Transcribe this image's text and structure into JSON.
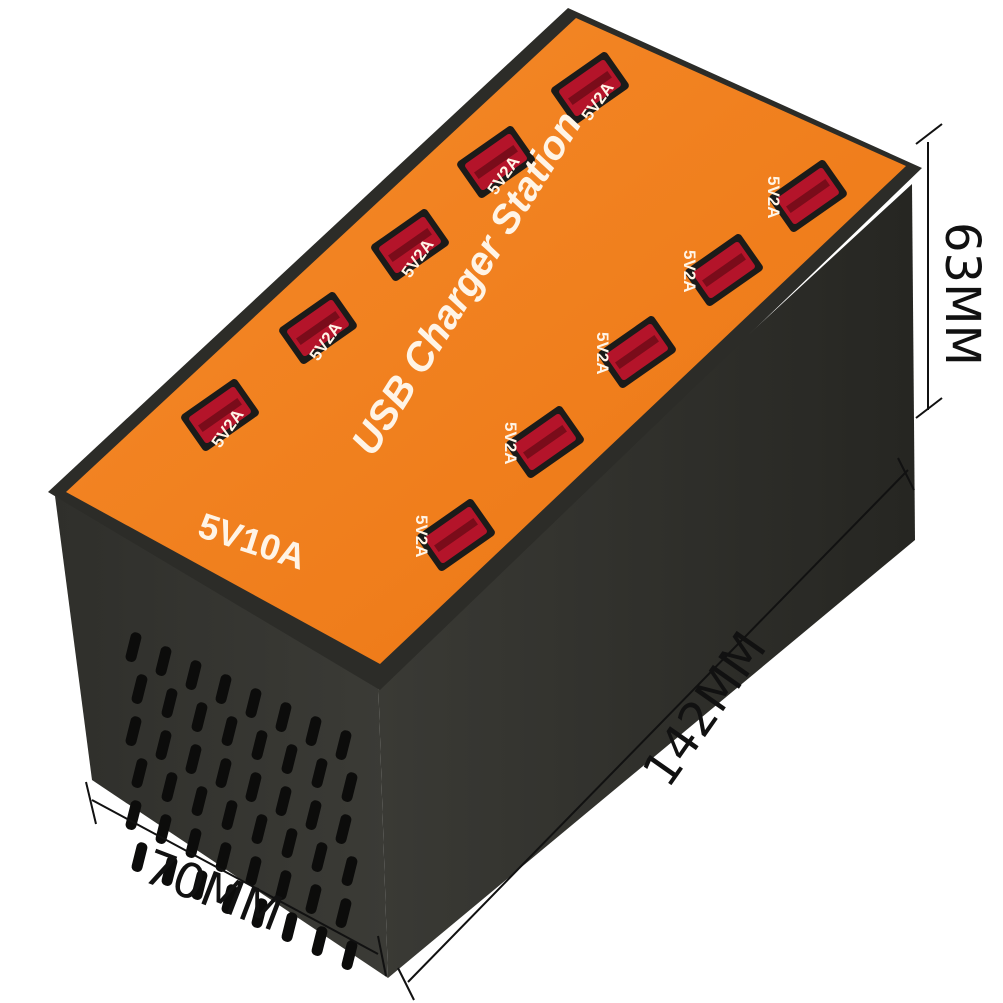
{
  "product": {
    "title": "USB Charger Station",
    "total_output": "5V10A",
    "port_label": "5V2A",
    "port_count": 10,
    "colors": {
      "top_panel": "#f07d1c",
      "body": "#2b2b27",
      "port": "#b4142a",
      "print": "#fff4e6"
    }
  },
  "dimensions": {
    "height": "63MM",
    "length": "142MM",
    "width": "70MM"
  }
}
